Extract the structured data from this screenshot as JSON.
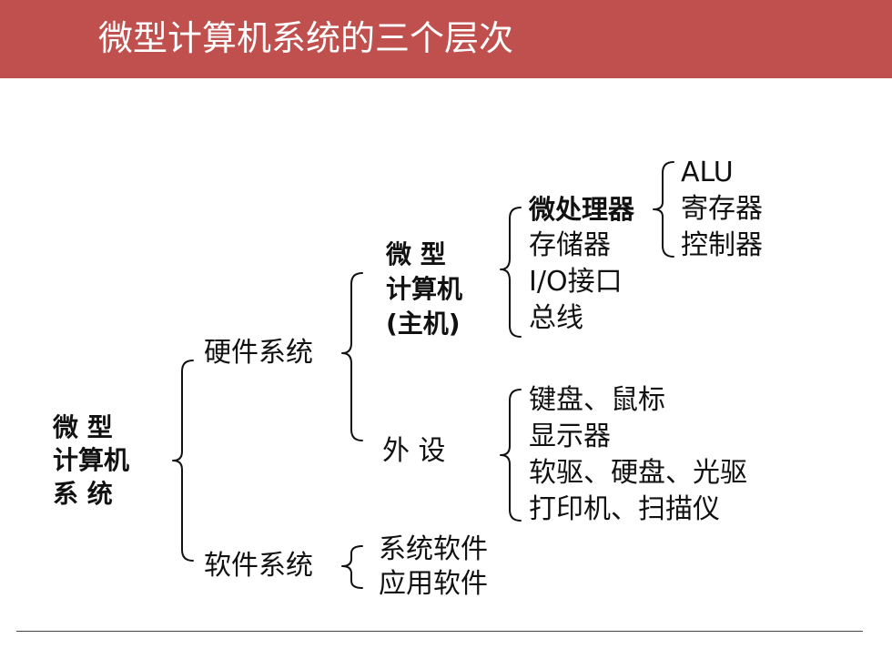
{
  "title": "微型计算机系统的三个层次",
  "root": {
    "line1": "微  型",
    "line2": "计算机",
    "line3": "系  统"
  },
  "hardware": {
    "label": "硬件系统",
    "host": {
      "line1": "微  型",
      "line2": "计算机",
      "line3": "(主机)",
      "items": [
        "微处理器",
        "存储器",
        "I/O接口",
        "总线"
      ],
      "cpu_parts": [
        "ALU",
        "寄存器",
        "控制器"
      ]
    },
    "peripherals": {
      "label": "外 设",
      "items": [
        "键盘、鼠标",
        "显示器",
        "软驱、硬盘、光驱",
        "打印机、扫描仪"
      ]
    }
  },
  "software": {
    "label": "软件系统",
    "items": [
      "系统软件",
      "应用软件"
    ]
  },
  "colors": {
    "header": "#c0504d",
    "text": "#111111",
    "header_text": "#ffffff"
  }
}
